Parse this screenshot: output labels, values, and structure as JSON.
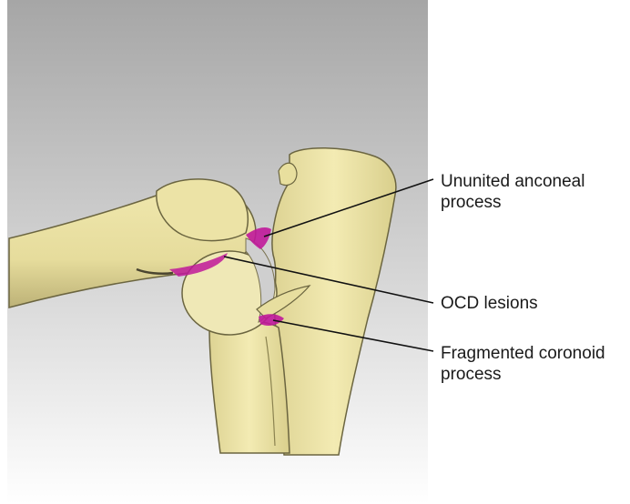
{
  "labels": {
    "ununited_anconeal": "Ununited anconeal\nprocess",
    "ocd_lesions": "OCD lesions",
    "fragmented_coronoid": "Fragmented coronoid\nprocess"
  },
  "colors": {
    "background_top": "#a9a9a9",
    "background_bottom": "#ffffff",
    "bone_fill": "#ede5a6",
    "bone_outline": "#6b6540",
    "lesion_magenta": "#c0189a",
    "leader_line": "#111111"
  }
}
